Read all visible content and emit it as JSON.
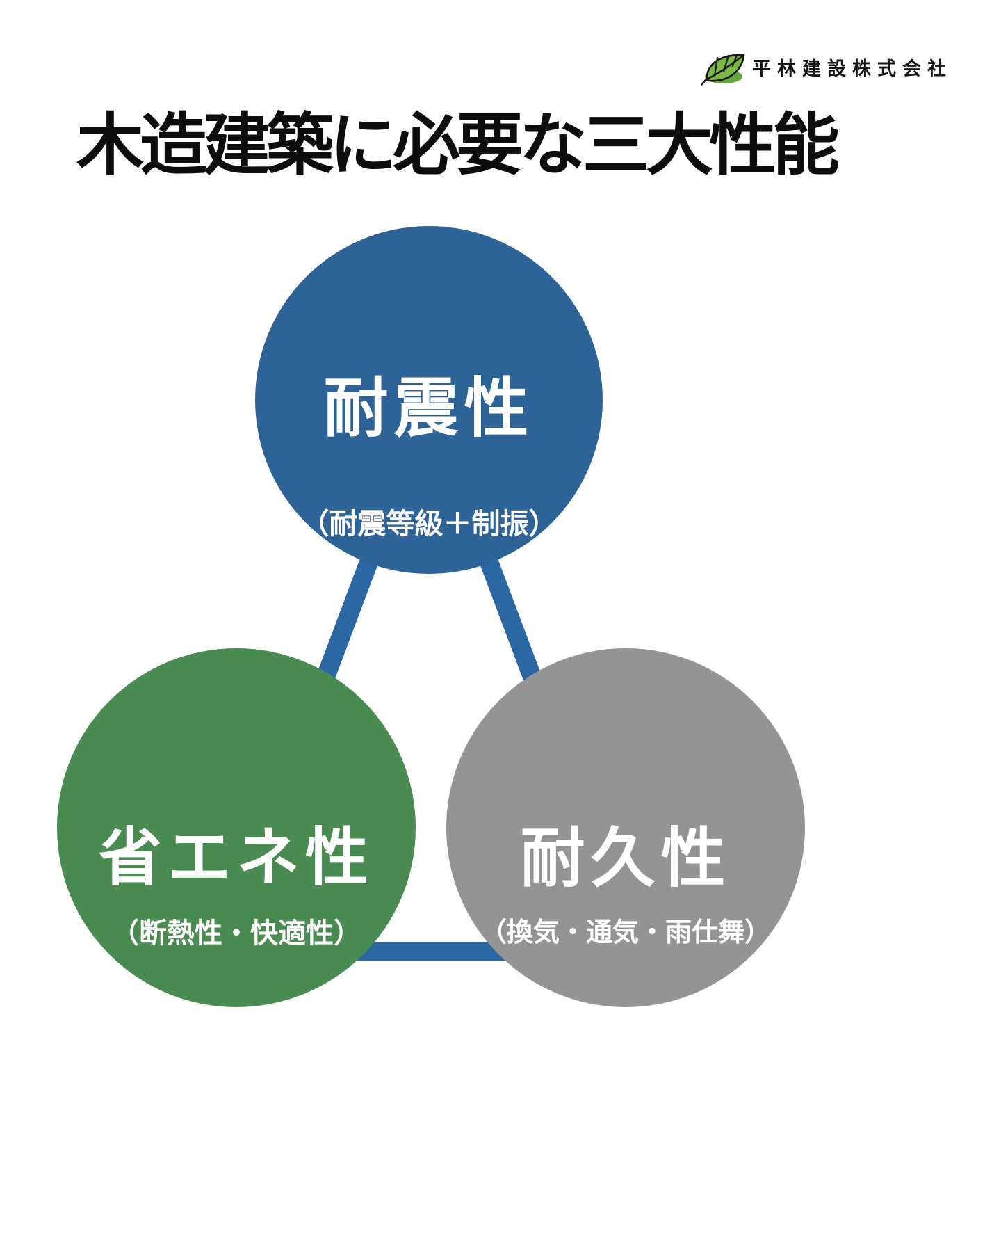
{
  "header": {
    "logo": {
      "company_name": "平林建設株式会社",
      "leaf_icon": "leaf-icon",
      "leaf_fill": "#7cb942",
      "leaf_shadow": "#66a73d",
      "outline_color": "#161616"
    }
  },
  "title": "木造建築に必要な三大性能",
  "diagram": {
    "connector_color": "#2b67a3",
    "connector_width": "27",
    "circles": [
      {
        "id": "seismic",
        "position": "top",
        "label": "耐震性",
        "sublabel": "（耐震等級＋制振）",
        "color": "#2e6397",
        "text_color": "#ffffff"
      },
      {
        "id": "energy",
        "position": "bottom-left",
        "label": "省エネ性",
        "sublabel": "（断熱性・快適性）",
        "color": "#4a8b51",
        "text_color": "#ffffff"
      },
      {
        "id": "durability",
        "position": "bottom-right",
        "label": "耐久性",
        "sublabel": "（換気・通気・雨仕舞）",
        "color": "#949494",
        "text_color": "#ffffff"
      }
    ]
  }
}
